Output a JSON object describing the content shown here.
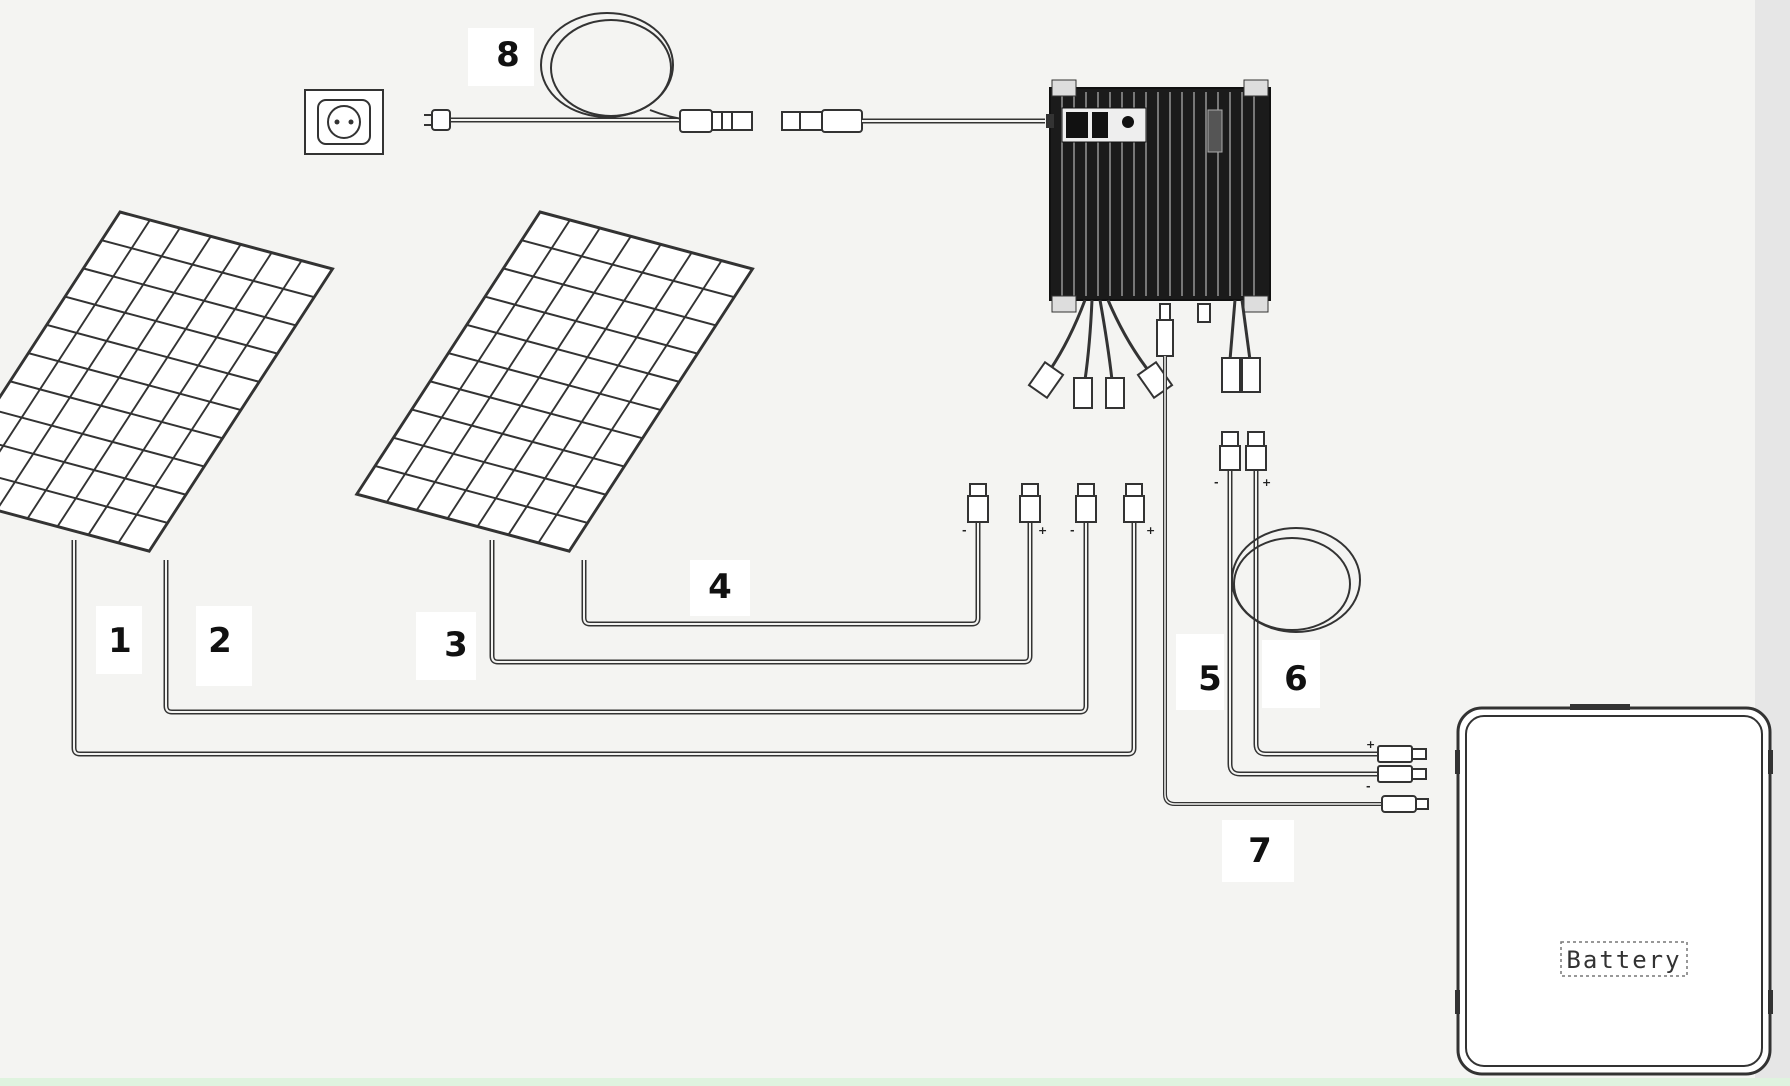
{
  "labels": {
    "n1": "1",
    "n2": "2",
    "n3": "3",
    "n4": "4",
    "n5": "5",
    "n6": "6",
    "n7": "7",
    "n8": "8"
  },
  "battery": {
    "label": "Battery"
  },
  "colors": {
    "background": "#f4f4f2",
    "line": "#333333",
    "bottom_strip": "#dff3df"
  },
  "icons": [
    "wall-socket-icon",
    "plug-icon",
    "solar-panel-icon",
    "microinverter-icon",
    "connector-icon",
    "battery-icon"
  ]
}
